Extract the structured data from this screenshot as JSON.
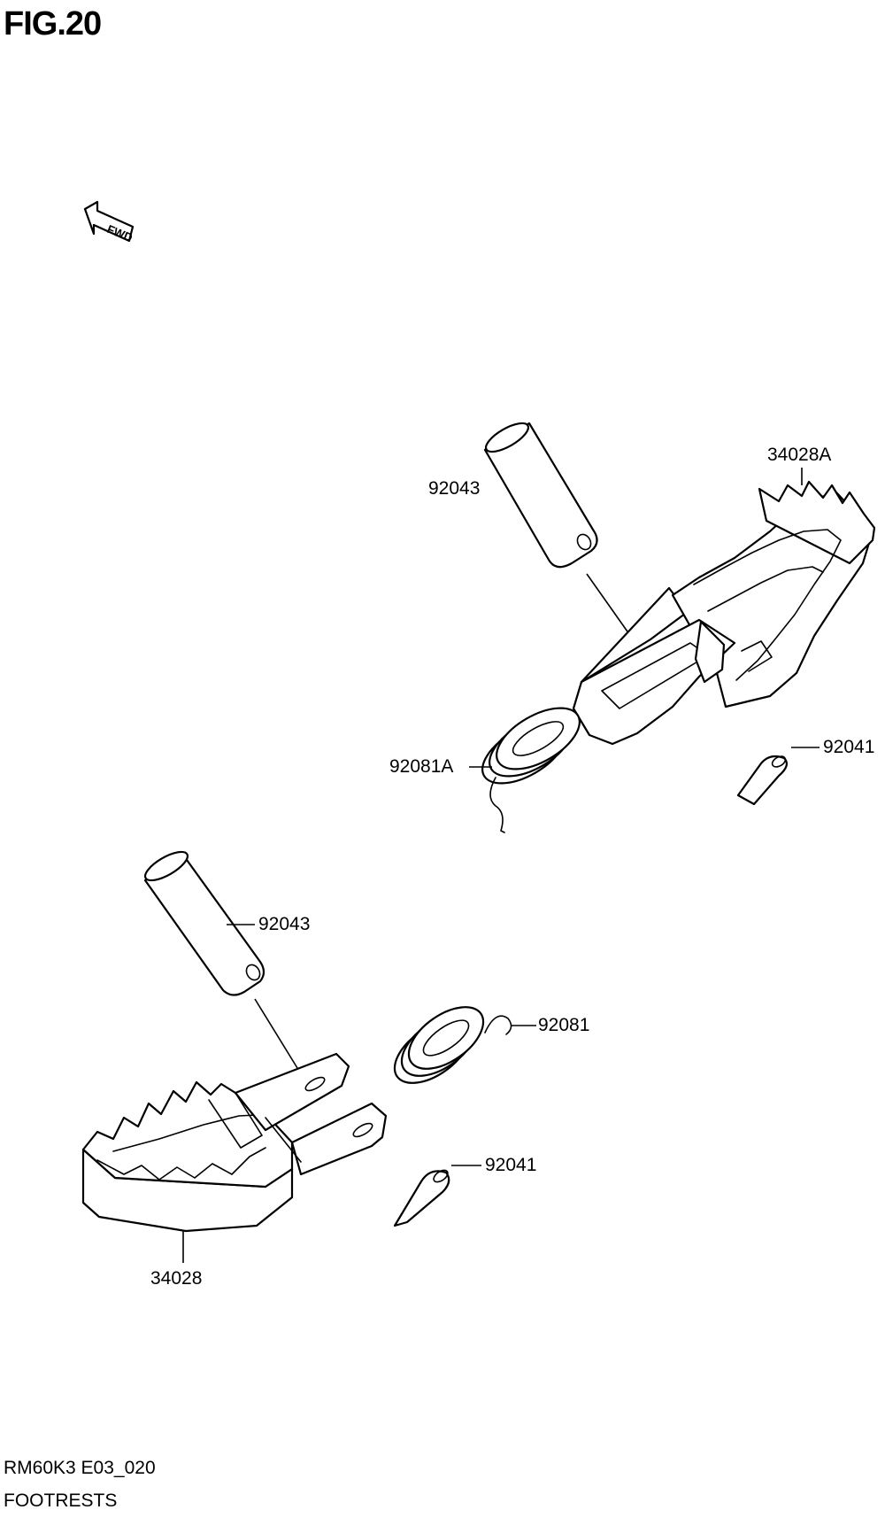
{
  "figure": {
    "title": "FIG.20"
  },
  "direction_marker": {
    "label": "FWD",
    "icon": "fwd-arrow-icon"
  },
  "callouts": {
    "pin_upper": "92043",
    "footrest_right": "34028A",
    "spring_right": "92081A",
    "cotter_upper": "92041",
    "pin_lower": "92043",
    "spring_left": "92081",
    "cotter_lower": "92041",
    "footrest_left": "34028"
  },
  "footer": {
    "code": "RM60K3 E03_020",
    "name": "FOOTRESTS"
  }
}
